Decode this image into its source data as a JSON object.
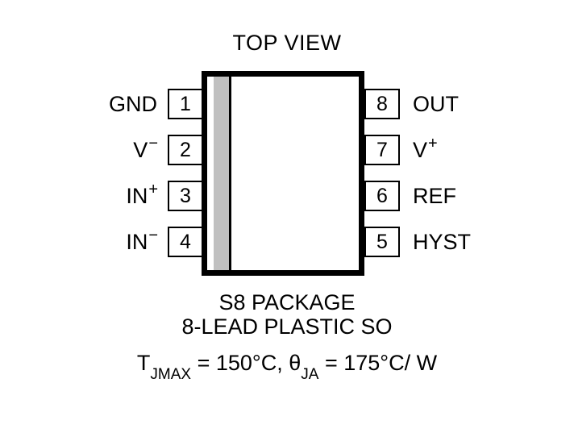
{
  "diagram": {
    "title": "TOP VIEW",
    "package_body": {
      "pin1_marker_color": "#C0C0C0",
      "outline_color": "#000000",
      "fill_color": "#FFFFFF"
    },
    "pins_left": [
      {
        "number": "1",
        "name": "GND",
        "superscript": ""
      },
      {
        "number": "2",
        "name": "V",
        "superscript": "−"
      },
      {
        "number": "3",
        "name": "IN",
        "superscript": "+"
      },
      {
        "number": "4",
        "name": "IN",
        "superscript": "−"
      }
    ],
    "pins_right": [
      {
        "number": "8",
        "name": "OUT",
        "superscript": ""
      },
      {
        "number": "7",
        "name": "V",
        "superscript": "+"
      },
      {
        "number": "6",
        "name": "REF",
        "superscript": ""
      },
      {
        "number": "5",
        "name": "HYST",
        "superscript": ""
      }
    ],
    "caption": {
      "line1": "S8 PACKAGE",
      "line2": "8-LEAD PLASTIC SO",
      "thermal": {
        "t_symbol": "T",
        "t_subscript": "JMAX",
        "t_value": " = 150°C, ",
        "theta_symbol": "θ",
        "theta_subscript": "JA",
        "theta_value": " = 175°C/ W"
      }
    }
  }
}
